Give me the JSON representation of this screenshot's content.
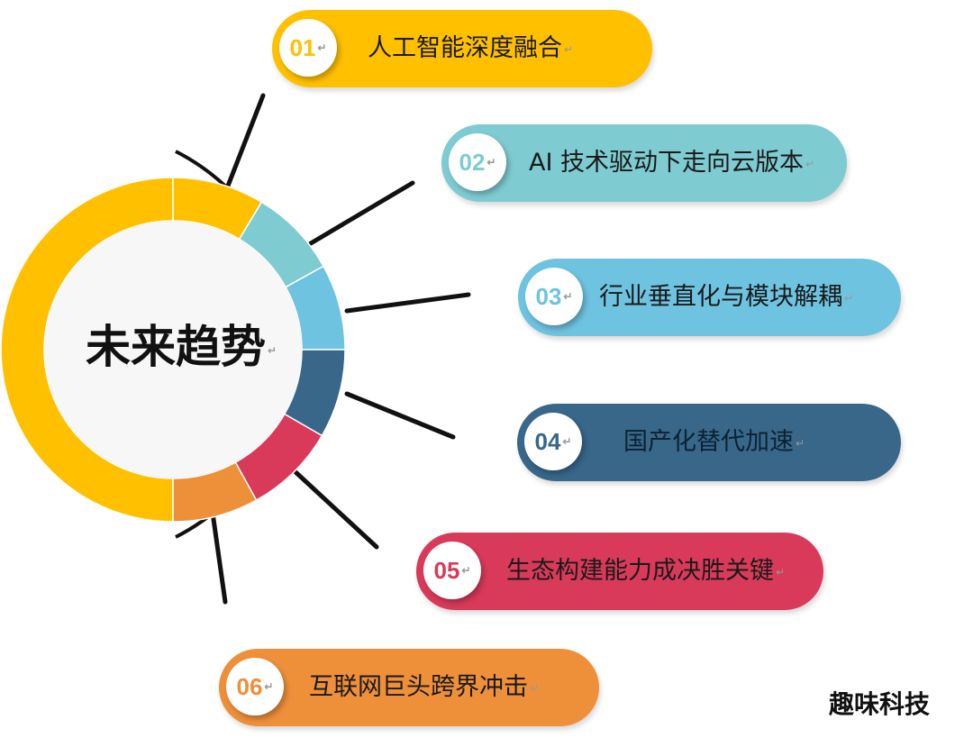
{
  "center": {
    "label": "未来趋势"
  },
  "colors": {
    "yellow": "#FFC000",
    "teal": "#7ECBD2",
    "skyblue": "#6EC3E1",
    "navy": "#38678A",
    "crimson": "#D93A5A",
    "orange": "#EE8F3A"
  },
  "items": [
    {
      "num": "01",
      "text": "人工智能深度融合",
      "color": "#FFC000",
      "icon": "return-mark"
    },
    {
      "num": "02",
      "text": "AI 技术驱动下走向云版本",
      "color": "#7ECBD2",
      "icon": "return-mark"
    },
    {
      "num": "03",
      "text": "行业垂直化与模块解耦",
      "color": "#6EC3E1",
      "icon": "return-mark"
    },
    {
      "num": "04",
      "text": "国产化替代加速",
      "color": "#38678A",
      "icon": "return-mark"
    },
    {
      "num": "05",
      "text": "生态构建能力成决胜关键",
      "color": "#D93A5A",
      "icon": "return-mark"
    },
    {
      "num": "06",
      "text": "互联网巨头跨界冲击",
      "color": "#EE8F3A",
      "icon": "return-mark"
    }
  ],
  "watermark": "趣味科技",
  "return_mark": "↵"
}
